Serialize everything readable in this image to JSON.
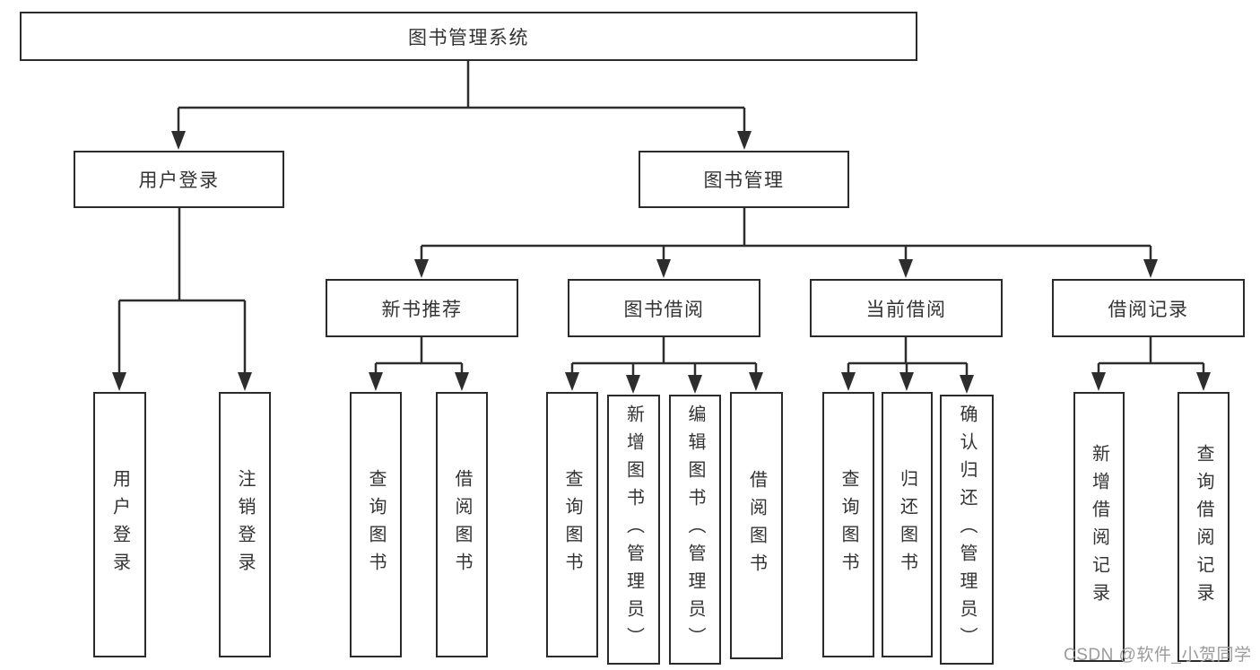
{
  "tree": {
    "label": "图书管理系统",
    "children": [
      {
        "label": "用户登录",
        "children": [
          {
            "label": "用户登录"
          },
          {
            "label": "注销登录"
          }
        ]
      },
      {
        "label": "图书管理",
        "children": [
          {
            "label": "新书推荐",
            "children": [
              {
                "label": "查询图书"
              },
              {
                "label": "借阅图书"
              }
            ]
          },
          {
            "label": "图书借阅",
            "children": [
              {
                "label": "查询图书"
              },
              {
                "label": "新增图书（管理员）"
              },
              {
                "label": "编辑图书（管理员）"
              },
              {
                "label": "借阅图书"
              }
            ]
          },
          {
            "label": "当前借阅",
            "children": [
              {
                "label": "查询图书"
              },
              {
                "label": "归还图书"
              },
              {
                "label": "确认归还（管理员）"
              }
            ]
          },
          {
            "label": "借阅记录",
            "children": [
              {
                "label": "新增借阅记录"
              },
              {
                "label": "查询借阅记录"
              }
            ]
          }
        ]
      }
    ]
  },
  "watermark": {
    "text": "CSDN @软件_小贺同学"
  },
  "colors": {
    "line": "#2d2d2d",
    "border": "#2b2b2b",
    "text": "#333333",
    "watermark": "#9b9b9b",
    "background": "#ffffff"
  }
}
